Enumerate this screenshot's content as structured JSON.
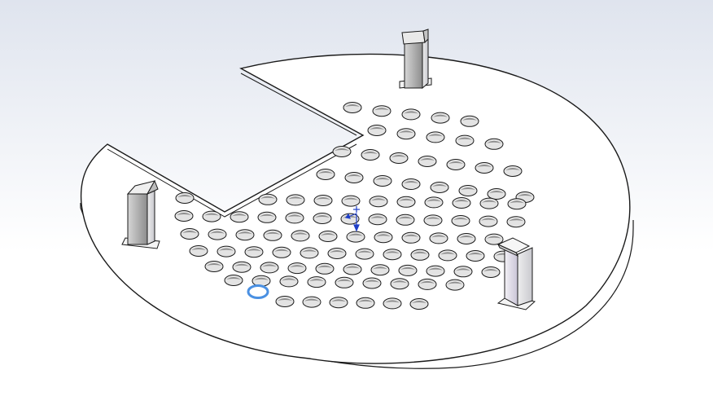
{
  "viewport": {
    "background_top": "#dfe4ee",
    "background_bottom": "#ffffff"
  },
  "model": {
    "part": "perforated-circular-plate",
    "plate_fill": "#ffffff",
    "edge_color": "#1a1a1a",
    "hole_fill": "#e3e3e3",
    "hole_inner_fill": "#8e8e8e",
    "cutout": "pie-wedge",
    "hole_rows": 10,
    "supports": 3
  },
  "selection": {
    "highlight_color": "#4a90e2",
    "selected_item": "hole-edge"
  },
  "origin_triad": {
    "icon": "coordinate-origin-icon",
    "color": "#1f3fc7"
  }
}
